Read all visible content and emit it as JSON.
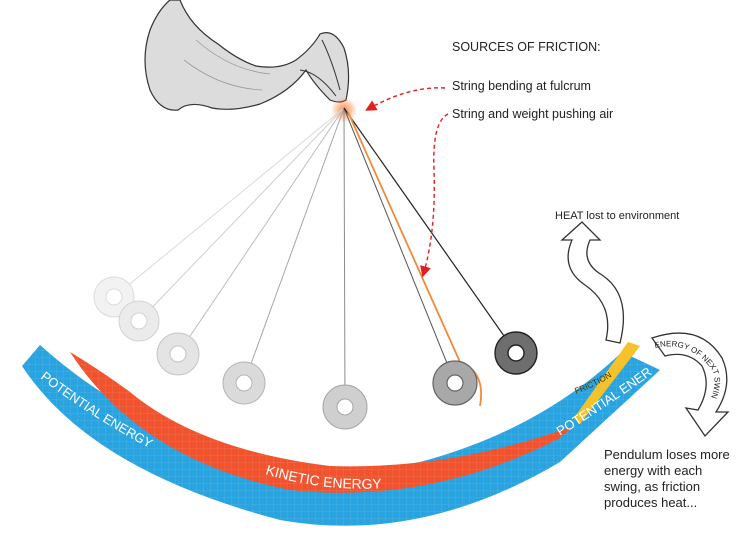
{
  "friction_sources": {
    "title": "SOURCES OF FRICTION:",
    "items": [
      "String bending at fulcrum",
      "String and weight pushing air"
    ]
  },
  "heat_label": "HEAT lost to environment",
  "energy_bands": {
    "potential_left": "POTENTIAL ENERGY",
    "kinetic": "KINETIC ENERGY",
    "potential_right": "POTENTIAL ENERGY",
    "friction": "FRICTION"
  },
  "next_swing_label": "ENERGY OF NEXT SWING",
  "conclusion": "Pendulum loses more energy with each swing, as friction produces heat...",
  "colors": {
    "potential": "#2aa4e0",
    "kinetic": "#f0532d",
    "friction": "#f5c22c",
    "friction_line": "#f08a3c",
    "arrow_red": "#e02020"
  },
  "icons": [
    "hand-icon",
    "pendulum-weight-icon",
    "heat-arrow-icon",
    "next-swing-arrow-icon"
  ]
}
